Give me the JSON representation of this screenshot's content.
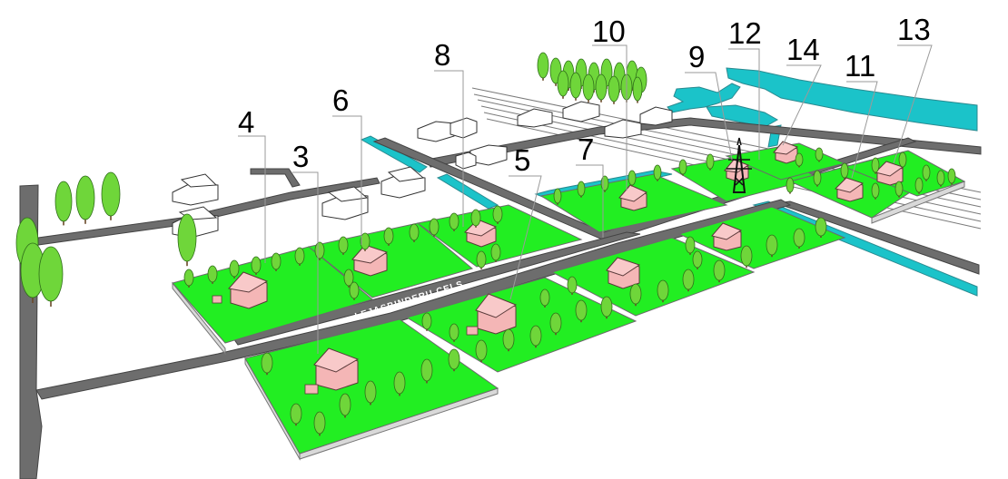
{
  "road_label": "LEJASBINDERU CELS",
  "plot_labels": [
    "4",
    "3",
    "6",
    "8",
    "5",
    "7",
    "10",
    "9",
    "12",
    "14",
    "11",
    "13"
  ],
  "colors": {
    "plot_green": "#22ee22",
    "road_gray": "#6d6d6d",
    "water_cyan": "#1bc3c9",
    "tree_green": "#6fd63a",
    "house_pink": "#f4b6b6",
    "plot_edge": "#d9d9d9"
  }
}
